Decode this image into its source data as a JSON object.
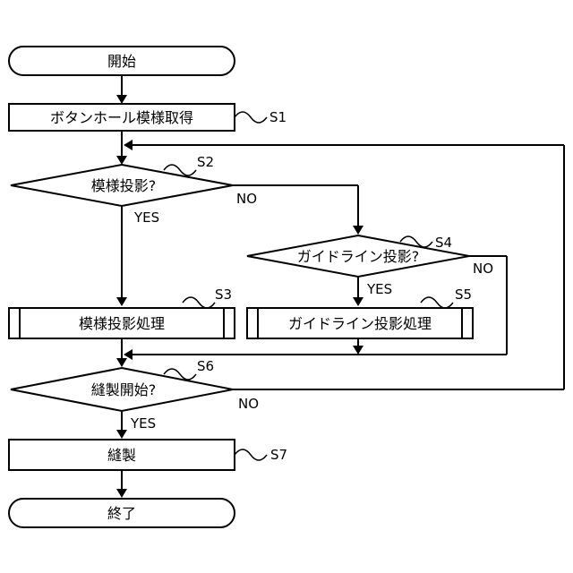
{
  "nodes": {
    "start": "開始",
    "s1": "ボタンホール模様取得",
    "s2": "模様投影?",
    "s3": "模様投影処理",
    "s4": "ガイドライン投影?",
    "s5": "ガイドライン投影処理",
    "s6": "縫製開始?",
    "s7": "縫製",
    "end": "終了"
  },
  "step_labels": {
    "s1": "S1",
    "s2": "S2",
    "s3": "S3",
    "s4": "S4",
    "s5": "S5",
    "s6": "S6",
    "s7": "S7"
  },
  "branch_labels": {
    "s2_yes": "YES",
    "s2_no": "NO",
    "s4_yes": "YES",
    "s4_no": "NO",
    "s6_yes": "YES",
    "s6_no": "NO"
  }
}
